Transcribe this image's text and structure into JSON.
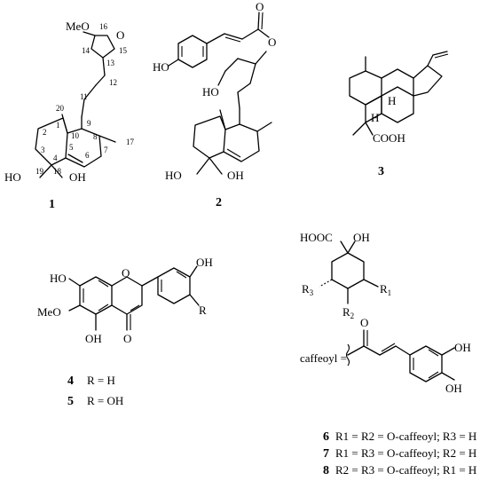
{
  "compound1": {
    "id": "1",
    "labels": {
      "meo": "MeO",
      "ho1": "HO",
      "oh1": "OH",
      "o_ring": "O"
    },
    "numbers": [
      "1",
      "2",
      "3",
      "4",
      "5",
      "6",
      "7",
      "8",
      "9",
      "10",
      "11",
      "12",
      "13",
      "14",
      "15",
      "16",
      "17",
      "18",
      "19",
      "20"
    ]
  },
  "compound2": {
    "id": "2",
    "labels": {
      "ho_phenol": "HO",
      "o_carbonyl": "O",
      "o_ester": "O",
      "ho_chain": "HO",
      "ho1": "HO",
      "oh1": "OH"
    }
  },
  "compound3": {
    "id": "3",
    "labels": {
      "h1": "H",
      "h2": "H",
      "cooh": "COOH"
    }
  },
  "flavone": {
    "labels": {
      "oh_top": "OH",
      "ho": "HO",
      "o_ring": "O",
      "r": "R",
      "meo": "MeO",
      "oh_bottom": "OH",
      "o_keto": "O"
    },
    "legend": [
      {
        "id": "4",
        "text": "R = H"
      },
      {
        "id": "5",
        "text": "R = OH"
      }
    ]
  },
  "quinic": {
    "labels": {
      "hooc": "HOOC",
      "oh": "OH",
      "r3": "R",
      "r3_sub": "3",
      "r1": "R",
      "r1_sub": "1",
      "r2": "R",
      "r2_sub": "2"
    },
    "caffeoyl_label": "caffeoyl =",
    "caffeoyl_labels": {
      "o": "O",
      "oh1": "OH",
      "oh2": "OH"
    },
    "legend": [
      {
        "id": "6",
        "text": "R1 = R2 = O-caffeoyl; R3 = H"
      },
      {
        "id": "7",
        "text": "R1 = R3 = O-caffeoyl; R2 = H"
      },
      {
        "id": "8",
        "text": "R2 = R3 = O-caffeoyl; R1 = H"
      }
    ]
  }
}
